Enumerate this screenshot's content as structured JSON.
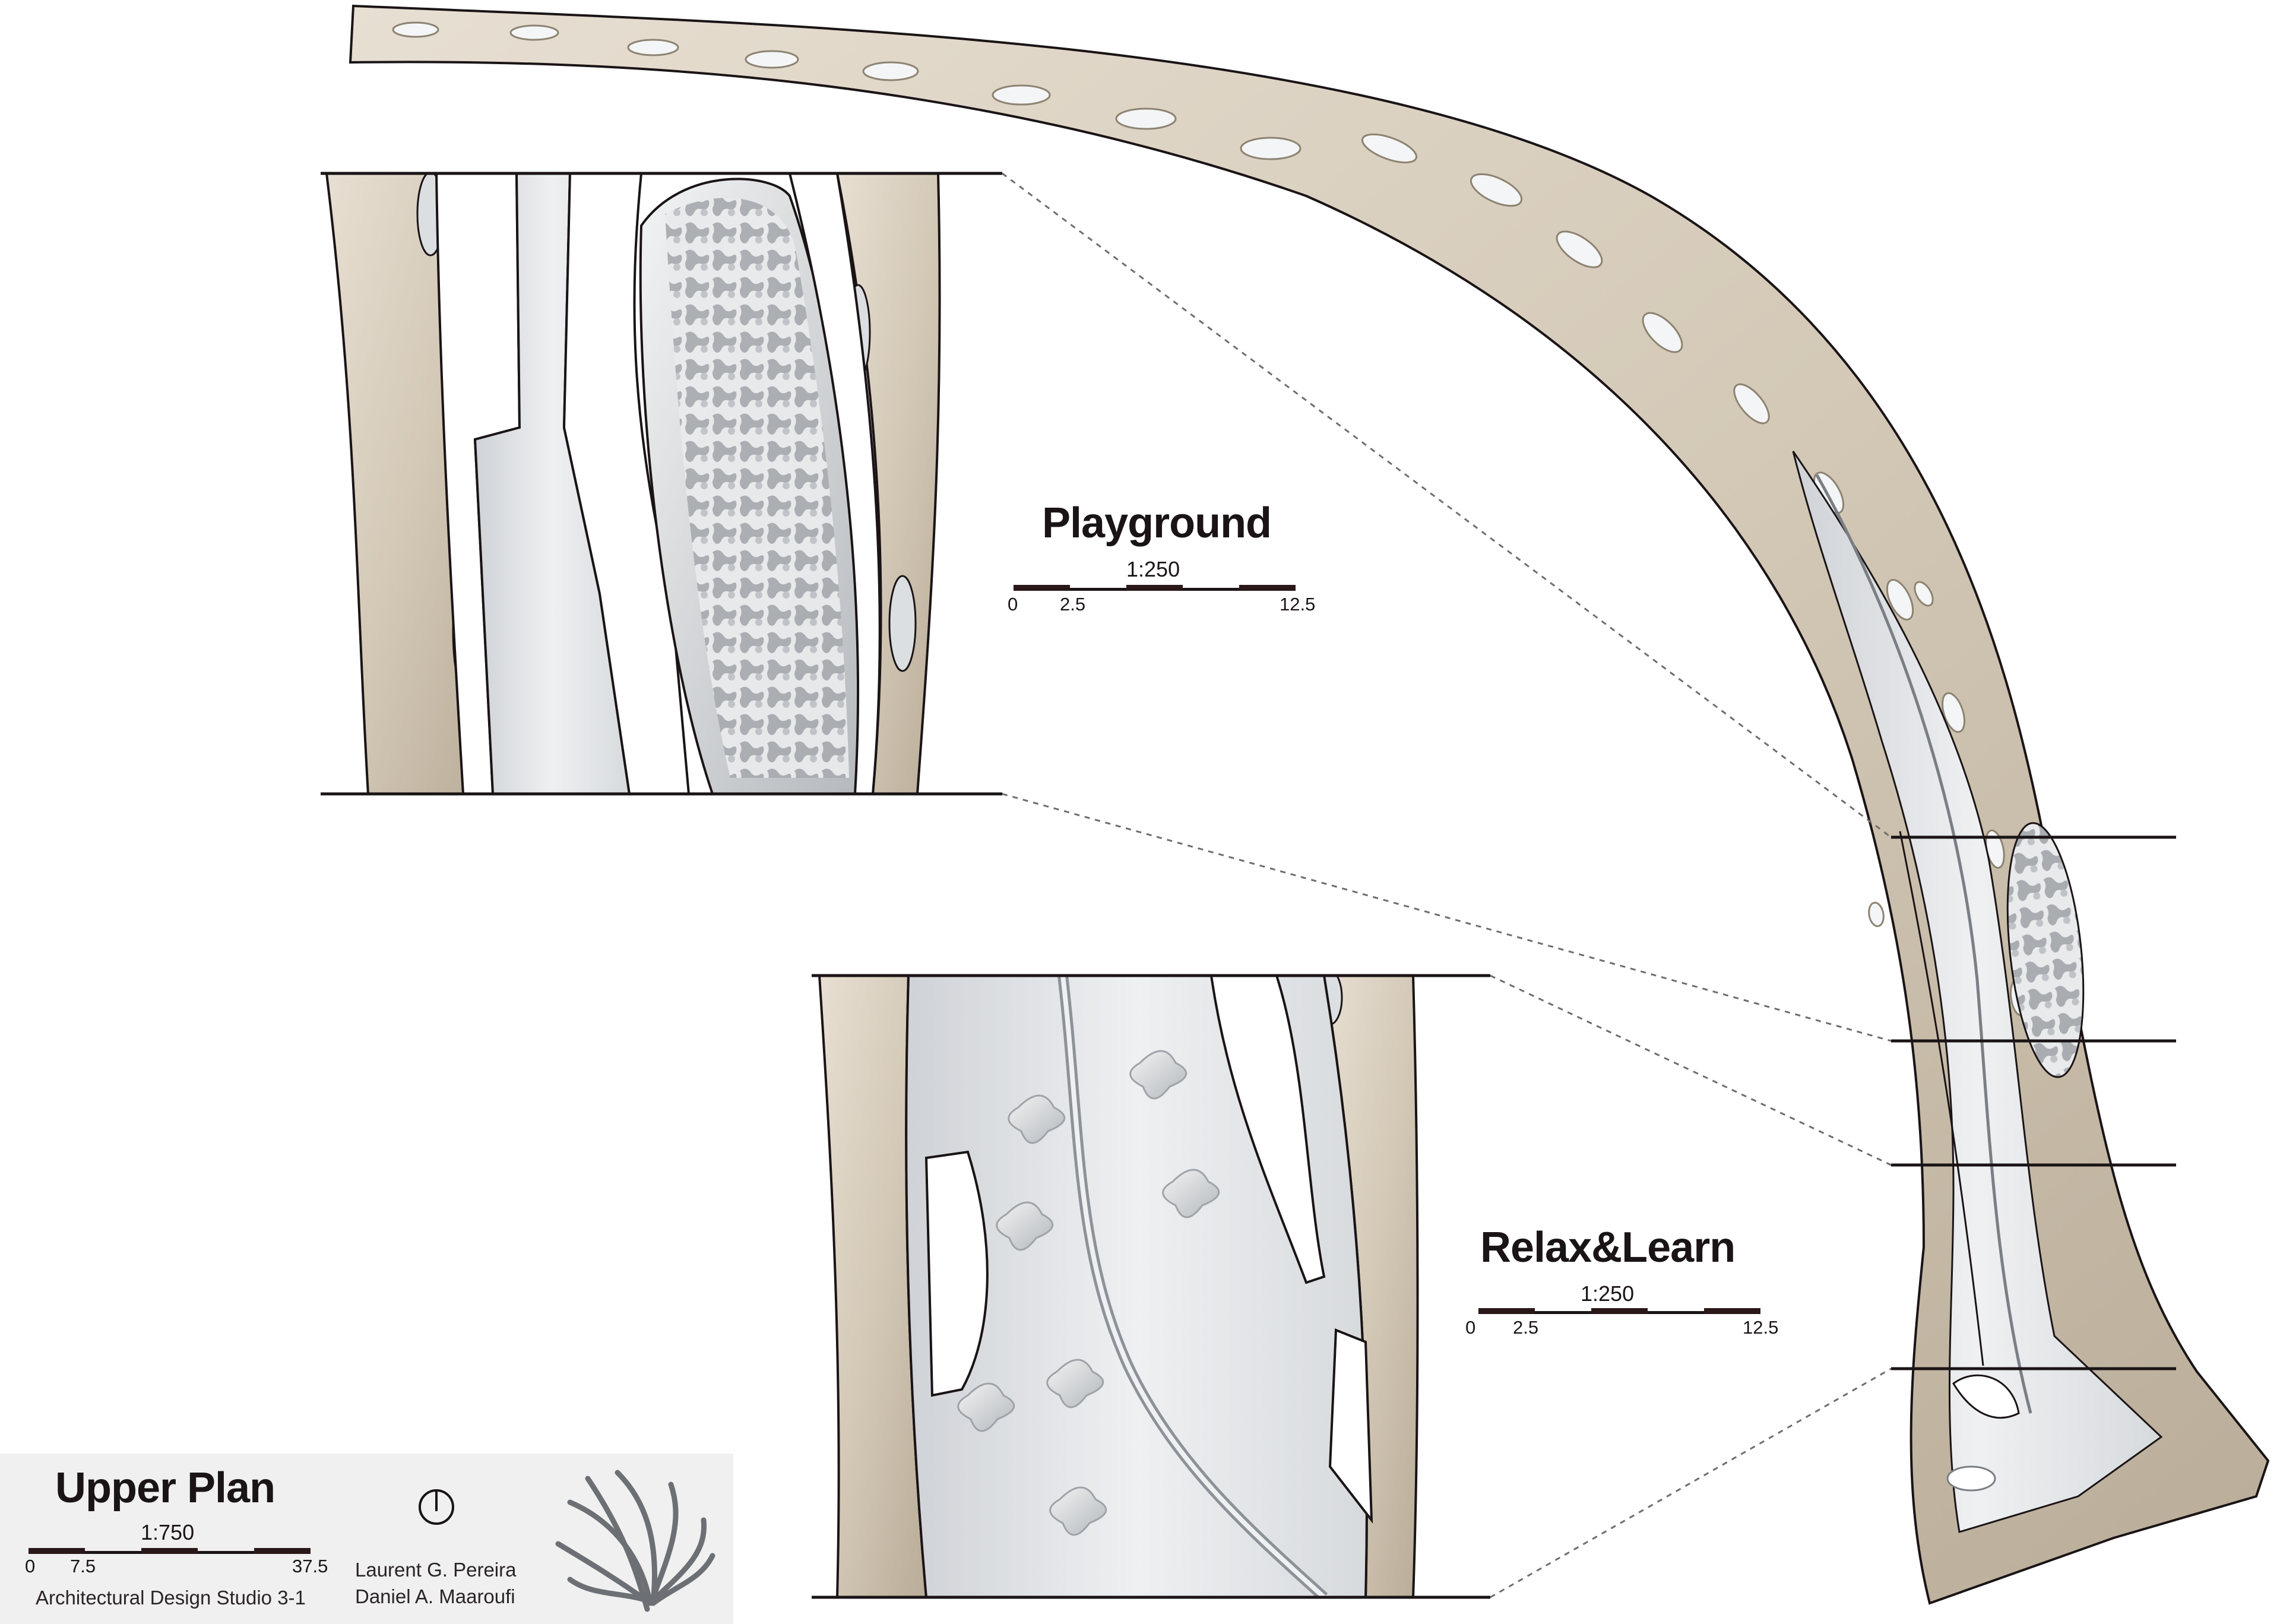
{
  "plan": {
    "title": "Upper Plan",
    "scale": "1:750",
    "ticks": [
      "0",
      "7.5",
      "37.5"
    ],
    "studio": "Architectural Design Studio 3-1",
    "authors": [
      "Laurent G. Pereira",
      "Daniel A. Maaroufi"
    ],
    "icons": [
      "north-arrow-icon",
      "tentacle-model-icon"
    ]
  },
  "details": [
    {
      "id": "playground",
      "title": "Playground",
      "scale": "1:250",
      "ticks": [
        "0",
        "2.5",
        "12.5"
      ]
    },
    {
      "id": "relax-learn",
      "title": "Relax&Learn",
      "scale": "1:250",
      "ticks": [
        "0",
        "2.5",
        "12.5"
      ]
    }
  ],
  "colors": {
    "shell": "#d9cfbf",
    "shell_dark": "#a89c8a",
    "interior": "#e6e8ea",
    "outline": "#1a1416",
    "footer_panel": "#f0f0f0",
    "scale_segment": "#2a1818"
  }
}
